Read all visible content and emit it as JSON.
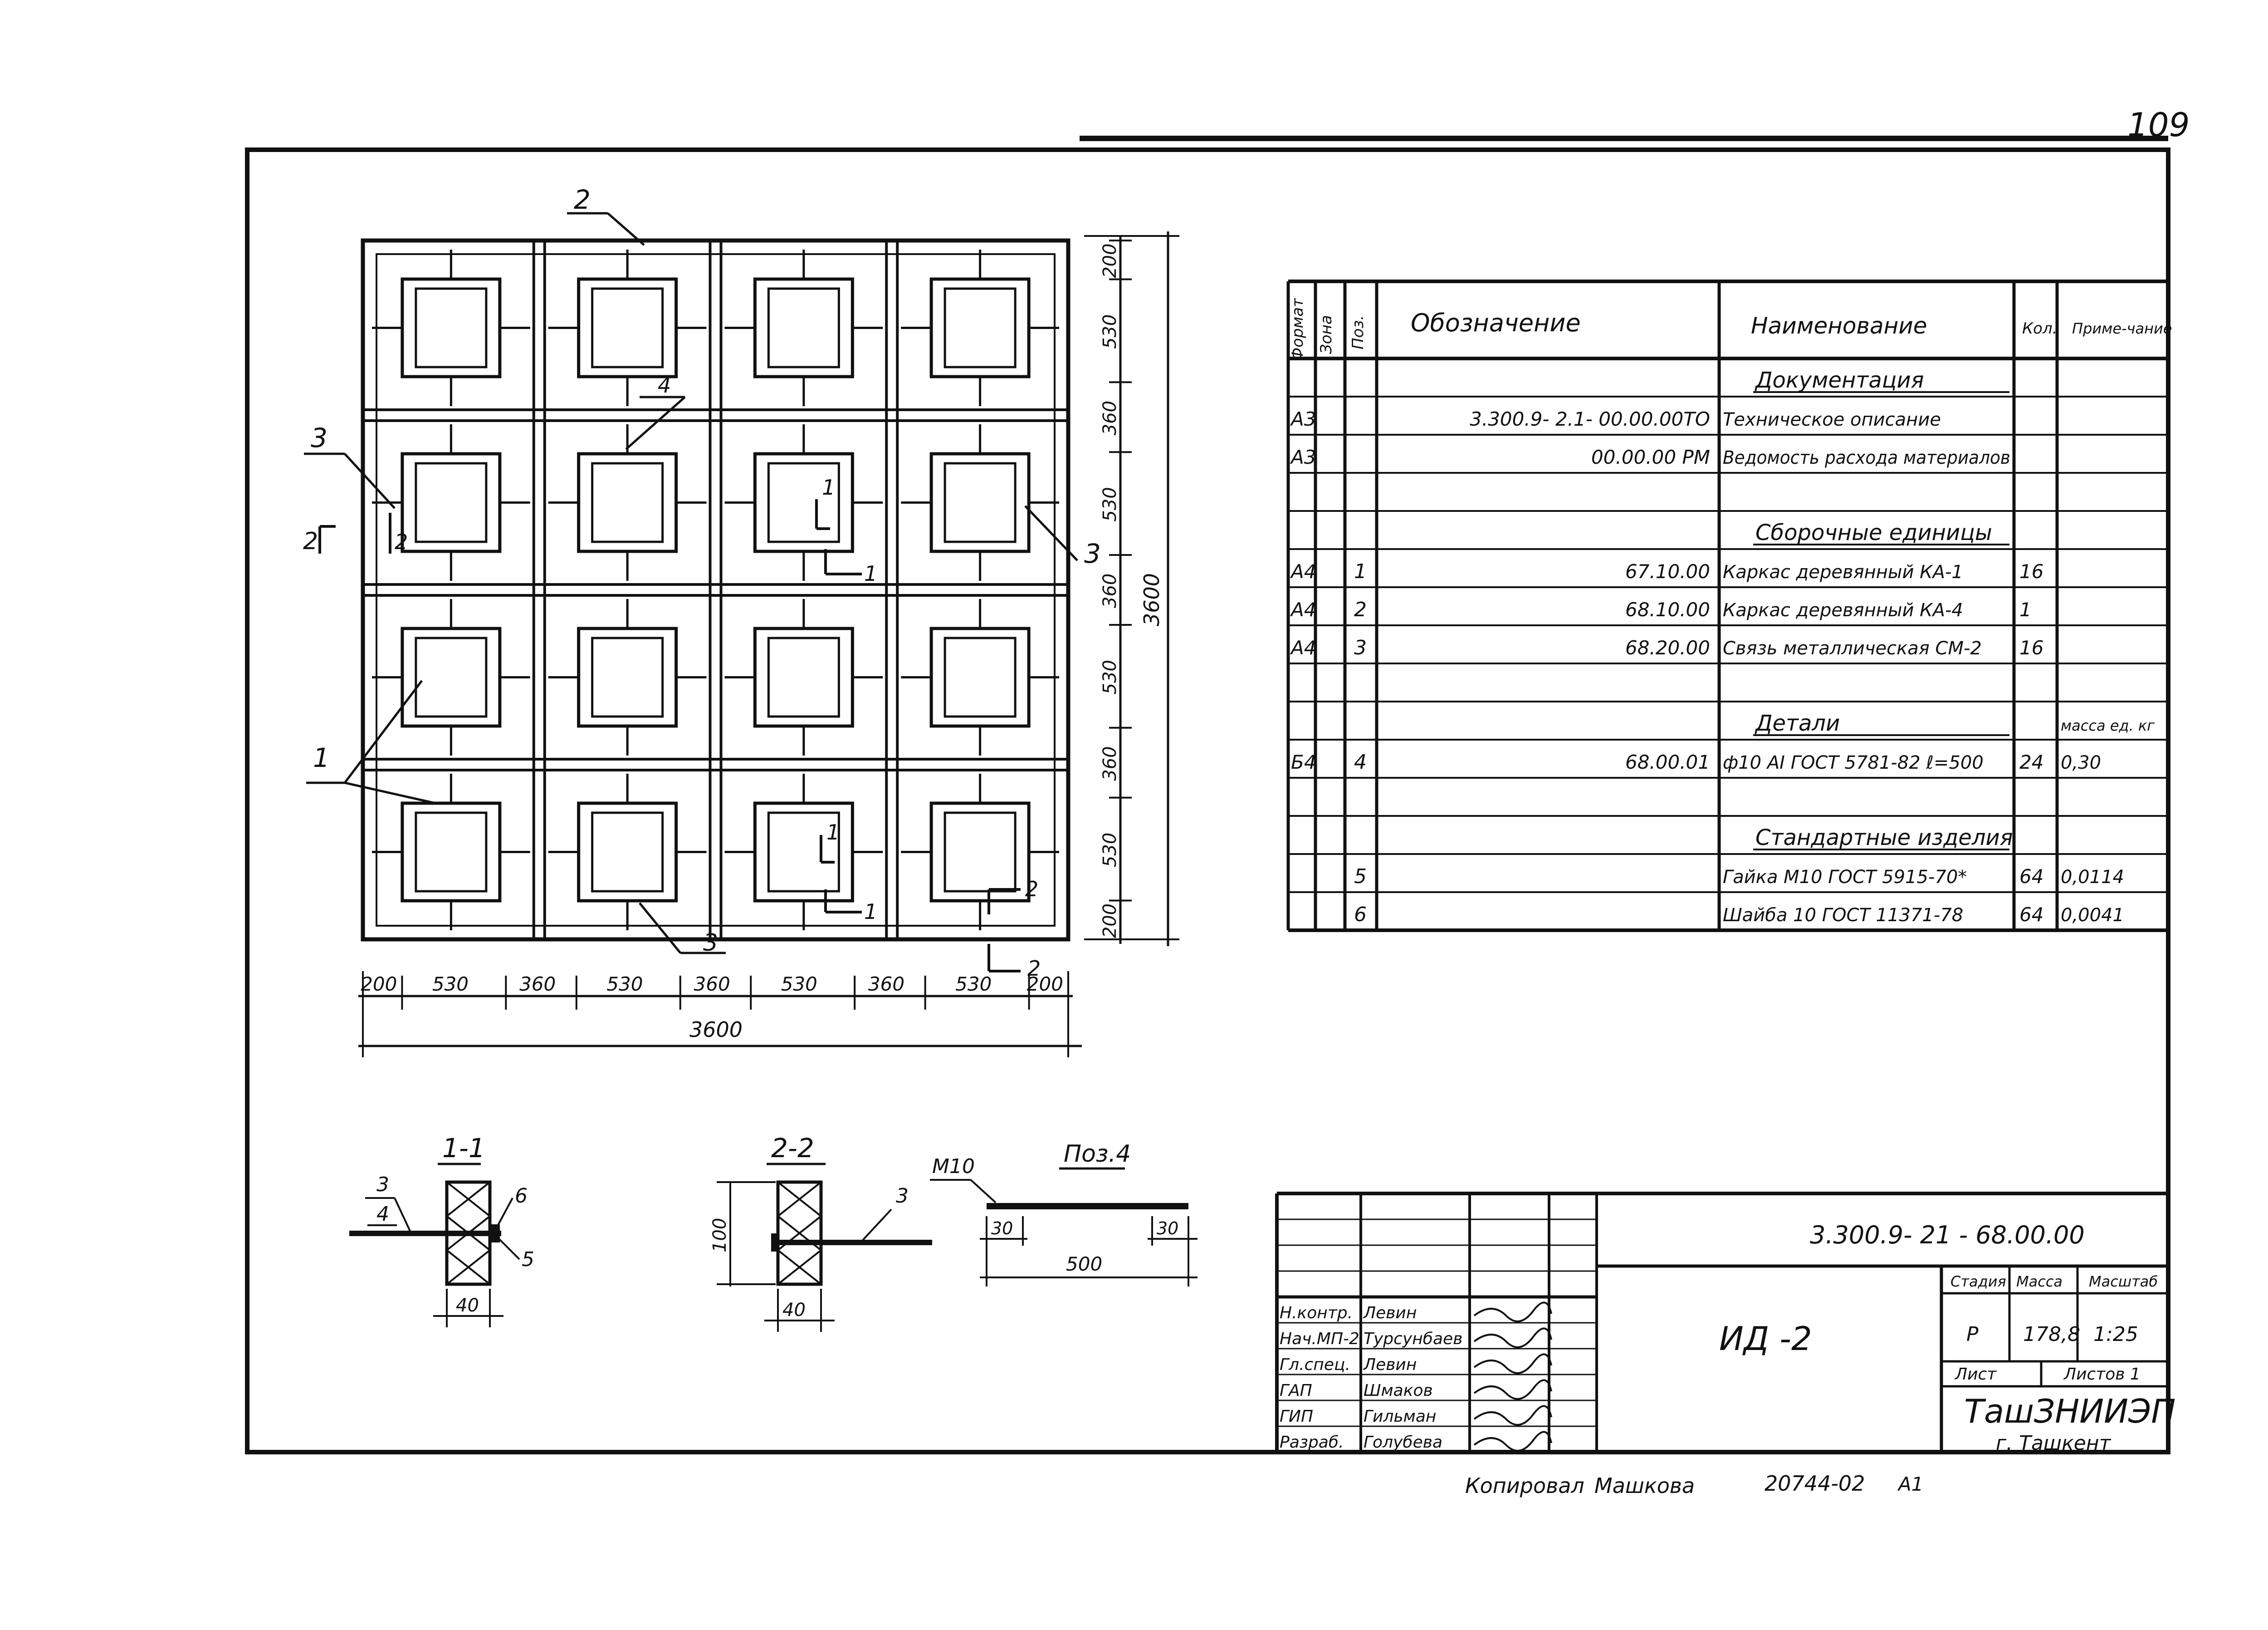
{
  "page_number": "109",
  "plan": {
    "callouts": {
      "top": "2",
      "left_3": "3",
      "left_1": "1",
      "right_3": "3",
      "bottom_3": "3",
      "pos4": "4",
      "section2_left": "2",
      "section2_right": "2",
      "cut1_top_a": "1",
      "cut1_top_b": "1",
      "cut1_bot_a": "1",
      "cut1_bot_b": "1",
      "cut2_right_a": "2",
      "cut2_bottom": "2"
    },
    "dims_bottom": [
      "200",
      "530",
      "360",
      "530",
      "360",
      "530",
      "360",
      "530",
      "200"
    ],
    "dim_total_bottom": "3600",
    "dims_right": [
      "200",
      "530",
      "360",
      "530",
      "360",
      "530",
      "360",
      "530",
      "200"
    ],
    "dim_total_right": "3600"
  },
  "sections": {
    "s11": {
      "title": "1-1",
      "l3": "3",
      "l4": "4",
      "l6": "6",
      "l5": "5",
      "dim": "40"
    },
    "s22": {
      "title": "2-2",
      "l3": "3",
      "h": "100",
      "dim": "40"
    },
    "pos4": {
      "title": "Поз.4",
      "m": "М10",
      "d1": "30",
      "d2": "30",
      "len": "500"
    }
  },
  "spec": {
    "headers": {
      "format": "Формат",
      "zone": "Зона",
      "pos": "Поз.",
      "designation": "Обозначение",
      "name": "Наименование",
      "qty": "Кол.",
      "note": "Приме-чание"
    },
    "rows": [
      {
        "format": "",
        "pos": "",
        "designation": "",
        "name": "Документация",
        "qty": "",
        "note": "",
        "heading": true
      },
      {
        "format": "А3",
        "pos": "",
        "designation": "3.300.9- 2.1- 00.00.00ТО",
        "name": "Техническое описание",
        "qty": "",
        "note": ""
      },
      {
        "format": "А3",
        "pos": "",
        "designation": "00.00.00 РМ",
        "name": "Ведомость расхода материалов",
        "qty": "",
        "note": ""
      },
      {
        "format": "",
        "pos": "",
        "designation": "",
        "name": "",
        "qty": "",
        "note": ""
      },
      {
        "format": "",
        "pos": "",
        "designation": "",
        "name": "Сборочные единицы",
        "qty": "",
        "note": "",
        "heading": true
      },
      {
        "format": "А4",
        "pos": "1",
        "designation": "67.10.00",
        "name": "Каркас деревянный КА-1",
        "qty": "16",
        "note": ""
      },
      {
        "format": "А4",
        "pos": "2",
        "designation": "68.10.00",
        "name": "Каркас деревянный КА-4",
        "qty": "1",
        "note": ""
      },
      {
        "format": "А4",
        "pos": "3",
        "designation": "68.20.00",
        "name": "Связь металлическая СМ-2",
        "qty": "16",
        "note": ""
      },
      {
        "format": "",
        "pos": "",
        "designation": "",
        "name": "",
        "qty": "",
        "note": ""
      },
      {
        "format": "",
        "pos": "",
        "designation": "",
        "name": "Детали",
        "qty": "",
        "note": "масса ед. кг",
        "heading": true
      },
      {
        "format": "Б4",
        "pos": "4",
        "designation": "68.00.01",
        "name": "ф10 АI ГОСТ 5781-82 ℓ=500",
        "qty": "24",
        "note": "0,30"
      },
      {
        "format": "",
        "pos": "",
        "designation": "",
        "name": "",
        "qty": "",
        "note": ""
      },
      {
        "format": "",
        "pos": "",
        "designation": "",
        "name": "Стандартные изделия",
        "qty": "",
        "note": "",
        "heading": true
      },
      {
        "format": "",
        "pos": "5",
        "designation": "",
        "name": "Гайка М10 ГОСТ 5915-70*",
        "qty": "64",
        "note": "0,0114"
      },
      {
        "format": "",
        "pos": "6",
        "designation": "",
        "name": "Шайба 10 ГОСТ 11371-78",
        "qty": "64",
        "note": "0,0041"
      }
    ]
  },
  "title_block": {
    "doc_code": "3.300.9- 21 - 68.00.00",
    "name": "ИД -2",
    "stage_label": "Стадия",
    "mass_label": "Масса",
    "scale_label": "Масштаб",
    "stage": "Р",
    "mass": "178,8",
    "scale": "1:25",
    "sheet_label": "Лист",
    "sheets_label": "Листов 1",
    "org": "ТашЗНИИЭП",
    "city": "г. Ташкент",
    "people": [
      {
        "role": "Н.контр.",
        "name": "Левин"
      },
      {
        "role": "Нач.МП-2",
        "name": "Турсунбаев"
      },
      {
        "role": "Гл.спец.",
        "name": "Левин"
      },
      {
        "role": "ГАП",
        "name": "Шмаков"
      },
      {
        "role": "ГИП",
        "name": "Гильман"
      },
      {
        "role": "Разраб.",
        "name": "Голубева"
      }
    ]
  },
  "footer": {
    "copied": "Копировал",
    "copier": "Машкова",
    "order": "20744-02",
    "format": "А1"
  }
}
